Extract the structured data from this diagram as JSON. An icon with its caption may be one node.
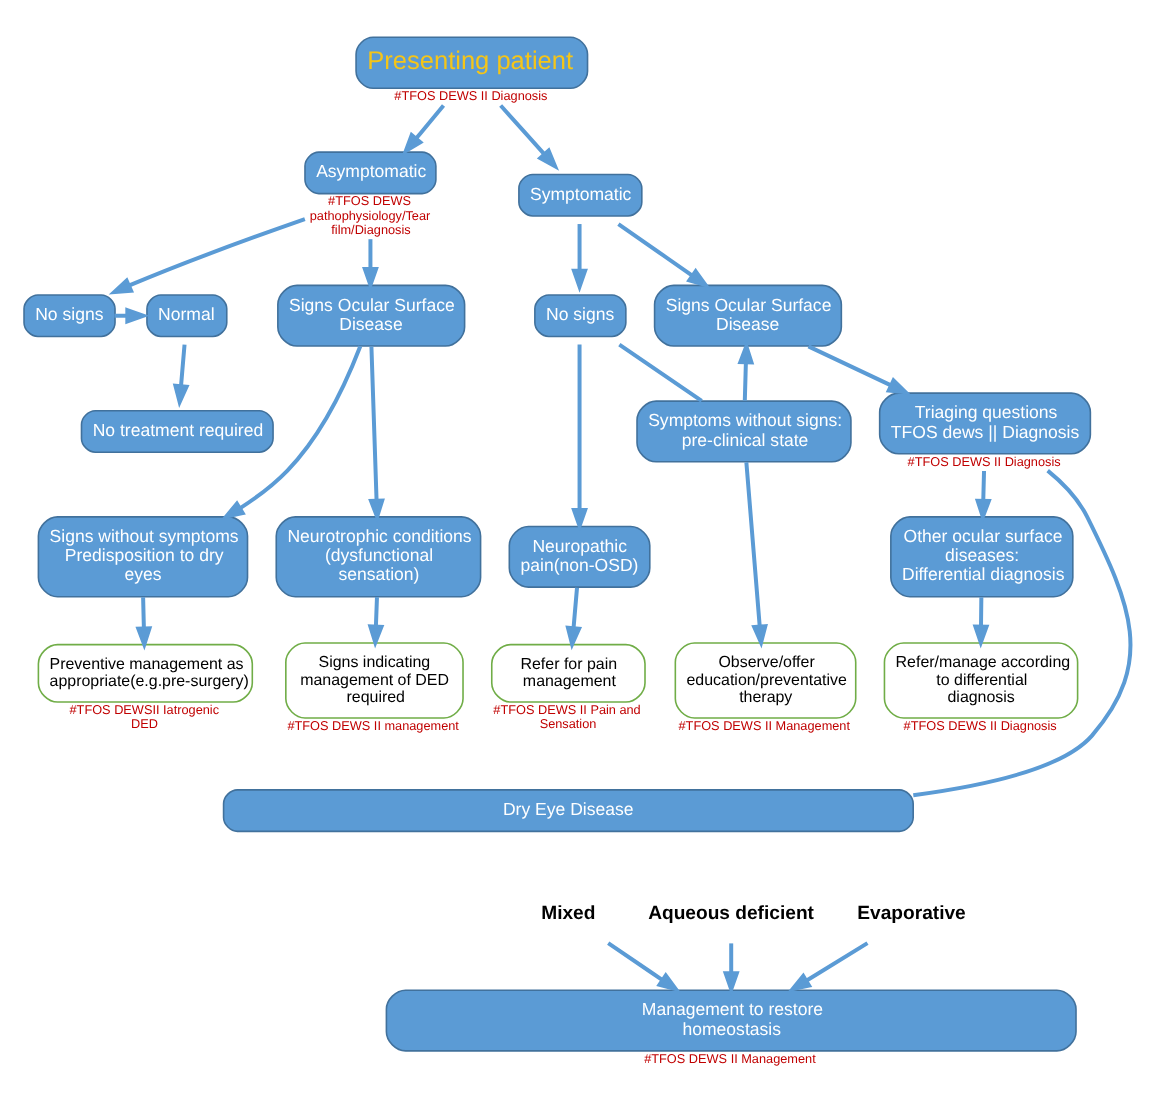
{
  "diagram": {
    "nodes": [
      {
        "text": [
          "Presenting patient"
        ],
        "beside": [
          "#TFOS DEWS II Diagnosis"
        ]
      },
      {
        "text": [
          "Asymptomatic"
        ],
        "beside": [
          "#TFOS DEWS pathophysiology/Tear film/Diagnosis"
        ]
      },
      {
        "text": [
          "Symptomatic"
        ]
      },
      {
        "text": [
          "Normal"
        ]
      },
      {
        "text": [
          "No signs"
        ]
      },
      {
        "text": [
          "Signs Ocular Surface Disease"
        ]
      },
      {
        "text": [
          "Signs Ocular Surface Disease"
        ]
      },
      {
        "text": [
          "No signs"
        ]
      },
      {
        "text": [
          "No treatment required"
        ]
      },
      {
        "text": [
          "Triaging questions",
          "TFOS dews || Diagnosis"
        ],
        "beside": [
          "#TFOS DEWS II Diagnosis"
        ]
      },
      {
        "text": [
          "Signs without symptoms",
          "Predisposition to dry eyes"
        ]
      },
      {
        "text": [
          "Neurotrophic conditions",
          "(dysfunctional sensation)"
        ]
      },
      {
        "text": [
          "Other ocular surface diseases:",
          "Differential diagnosis"
        ]
      },
      {
        "text": [
          "Symptoms without signs: pre-clinical state"
        ]
      },
      {
        "text": [
          "Neuropathic pain(non-OSD)"
        ]
      },
      {
        "text": [
          "Preventive management as appropriate(e.g.pre-surgery)"
        ],
        "beside": [
          "#TFOS DEWSII Iatrogenic DED"
        ]
      },
      {
        "text": [
          "Signs indicating management of DED required"
        ],
        "beside": [
          "#TFOS DEWS II management"
        ]
      },
      {
        "text": [
          "Refer/manage according to differential diagnosis"
        ],
        "beside": [
          "#TFOS DEWS II Diagnosis"
        ]
      },
      {
        "text": [
          "Observe/offer education/preventative therapy"
        ],
        "beside": [
          "#TFOS DEWS II Management"
        ]
      },
      {
        "text": [
          "Refer for pain management"
        ],
        "beside": [
          "#TFOS DEWS II Pain and Sensation"
        ]
      },
      {
        "text": [
          "Dry Eye Disease"
        ]
      },
      {
        "text": [
          "Aqueous deficient"
        ]
      },
      {
        "text": [
          "Mixed"
        ]
      },
      {
        "text": [
          "Evaporative"
        ]
      },
      {
        "text": [
          "Management to restore homeostasis"
        ],
        "beside": [
          "#TFOS DEWS II Management"
        ]
      }
    ],
    "edges": [
      {
        "from": 0,
        "to": 1,
        "arrow": "to"
      },
      {
        "from": 0,
        "to": 2,
        "arrow": "to"
      },
      {
        "from": 1,
        "to": 4,
        "arrow": "to"
      },
      {
        "from": 1,
        "to": 5,
        "arrow": "to"
      },
      {
        "from": 4,
        "to": 3,
        "arrow": "to"
      },
      {
        "from": 3,
        "to": 8,
        "arrow": "to"
      },
      {
        "from": 2,
        "to": 6,
        "arrow": "to"
      },
      {
        "from": 2,
        "to": 7,
        "arrow": "to"
      },
      {
        "from": 5,
        "to": 10,
        "arrow": "to"
      },
      {
        "from": 5,
        "to": 11,
        "arrow": "to"
      },
      {
        "from": 6,
        "to": 9,
        "arrow": "to"
      },
      {
        "from": 9,
        "to": 12,
        "arrow": "to"
      },
      {
        "from": 9,
        "to": 20,
        "arrow": "none"
      },
      {
        "from": 13,
        "to": 6,
        "arrow": "to"
      },
      {
        "from": 7,
        "to": 13,
        "arrow": "none"
      },
      {
        "from": 7,
        "to": 14,
        "arrow": "to"
      },
      {
        "from": 10,
        "to": 15,
        "arrow": "to"
      },
      {
        "from": 11,
        "to": 16,
        "arrow": "to"
      },
      {
        "from": 12,
        "to": 17,
        "arrow": "to"
      },
      {
        "from": 13,
        "to": 18,
        "arrow": "to"
      },
      {
        "from": 14,
        "to": 19,
        "arrow": "to"
      },
      {
        "from": 21,
        "to": 24,
        "arrow": "to"
      },
      {
        "from": 22,
        "to": 24,
        "arrow": "to"
      },
      {
        "from": 23,
        "to": 24,
        "arrow": "to"
      }
    ]
  }
}
